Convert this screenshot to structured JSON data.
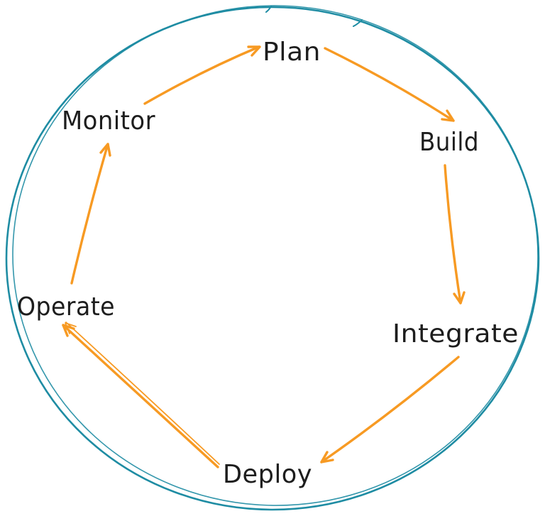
{
  "diagram": {
    "kind": "cycle-diagram",
    "nodes": [
      {
        "id": "plan",
        "label": "Plan"
      },
      {
        "id": "build",
        "label": "Build"
      },
      {
        "id": "integrate",
        "label": "Integrate"
      },
      {
        "id": "deploy",
        "label": "Deploy"
      },
      {
        "id": "operate",
        "label": "Operate"
      },
      {
        "id": "monitor",
        "label": "Monitor"
      }
    ],
    "edges": [
      {
        "from": "Monitor",
        "to": "Plan"
      },
      {
        "from": "Plan",
        "to": "Build"
      },
      {
        "from": "Build",
        "to": "Integrate"
      },
      {
        "from": "Integrate",
        "to": "Deploy"
      },
      {
        "from": "Deploy",
        "to": "Operate"
      },
      {
        "from": "Operate",
        "to": "Monitor"
      }
    ],
    "colors": {
      "circle": "#1e8ca3",
      "arrow": "#f79a23",
      "text": "#1d1d1d",
      "background": "#ffffff"
    }
  }
}
